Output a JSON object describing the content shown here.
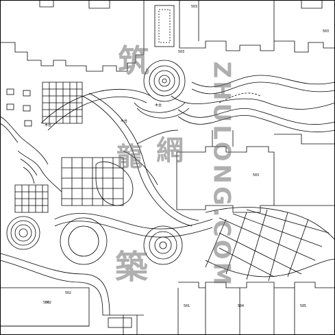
{
  "building_labels": [
    "503",
    "503",
    "503",
    "503",
    "502",
    "502",
    "508",
    "501",
    "504",
    "505"
  ],
  "area_labels": [
    "木台",
    "木台",
    "木台"
  ],
  "watermark": {
    "cn_top": "筑",
    "cn_mid_a": "龍",
    "cn_mid_b": "網",
    "cn_bottom": "築",
    "latin": "ZHULONG.COM"
  }
}
